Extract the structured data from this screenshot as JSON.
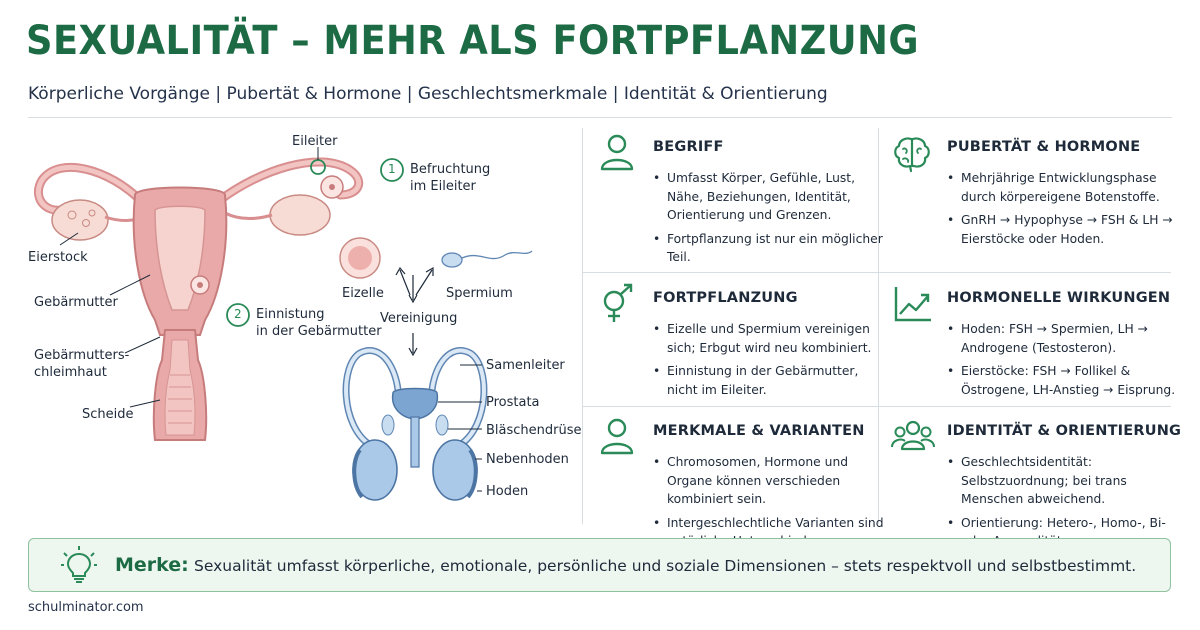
{
  "header": {
    "title": "SEXUALITÄT – MEHR ALS FORTPFLANZUNG",
    "subtitle": "Körperliche Vorgänge | Pubertät & Hormone | Geschlechtsmerkmale | Identität & Orientierung"
  },
  "diagram": {
    "female_labels": {
      "eileiter": "Eileiter",
      "eierstock": "Eierstock",
      "gebaermutter": "Gebärmutter",
      "schleimhaut_1": "Gebärmutters-",
      "schleimhaut_2": "chleimhaut",
      "scheide": "Scheide"
    },
    "steps": [
      {
        "number": "1",
        "line1": "Befruchtung",
        "line2": "im Eileiter"
      },
      {
        "number": "2",
        "line1": "Einnistung",
        "line2": "in der Gebärmutter"
      }
    ],
    "fusion": {
      "eizelle": "Eizelle",
      "spermium": "Spermium",
      "vereinigung": "Vereinigung"
    },
    "male_labels": {
      "samenleiter": "Samenleiter",
      "prostata": "Prostata",
      "blaeschendruese": "Bläschendrüse",
      "nebenhoden": "Nebenhoden",
      "hoden": "Hoden"
    }
  },
  "panels": [
    {
      "title": "BEGRIFF",
      "icon": "person-icon",
      "bullets": [
        "Umfasst Körper, Gefühle, Lust, Nähe, Beziehungen, Identität, Orientierung und Grenzen.",
        "Fortpflanzung ist nur ein möglicher Teil."
      ]
    },
    {
      "title": "PUBERTÄT & HORMONE",
      "icon": "brain-icon",
      "bullets": [
        "Mehrjährige Entwicklungsphase durch körpereigene Botenstoffe.",
        "GnRH → Hypophyse → FSH & LH → Eierstöcke oder Hoden."
      ]
    },
    {
      "title": "FORTPFLANZUNG",
      "icon": "gender-symbols-icon",
      "bullets": [
        "Eizelle und Spermium vereinigen sich; Erbgut wird neu kombiniert.",
        "Einnistung in der Gebärmutter, nicht im Eileiter."
      ]
    },
    {
      "title": "HORMONELLE WIRKUNGEN",
      "icon": "trend-chart-icon",
      "bullets": [
        "Hoden: FSH → Spermien, LH → Androgene (Testosteron).",
        "Eierstöcke: FSH → Follikel & Östrogene, LH-Anstieg → Eisprung."
      ]
    },
    {
      "title": "MERKMALE & VARIANTEN",
      "icon": "person-icon",
      "bullets": [
        "Chromosomen, Hormone und Organe können verschieden kombiniert sein.",
        "Intergeschlechtliche Varianten sind natürliche Unterschiede."
      ]
    },
    {
      "title": "IDENTITÄT & ORIENTIERUNG",
      "icon": "group-icon",
      "bullets": [
        "Geschlechtsidentität: Selbstzuordnung; bei trans Menschen abweichend.",
        "Orientierung: Hetero-, Homo-, Bi- oder Asexualität."
      ]
    }
  ],
  "merke": {
    "label": "Merke:",
    "text": "Sexualität umfasst körperliche, emotionale, persönliche und soziale Dimensionen – stets respektvoll und selbstbestimmt."
  },
  "footer": "schulminator.com",
  "colors": {
    "accent_green": "#1d6b45",
    "icon_green": "#2a8a58",
    "female_pink": "#e9a9a9",
    "male_blue": "#aac8e8"
  }
}
